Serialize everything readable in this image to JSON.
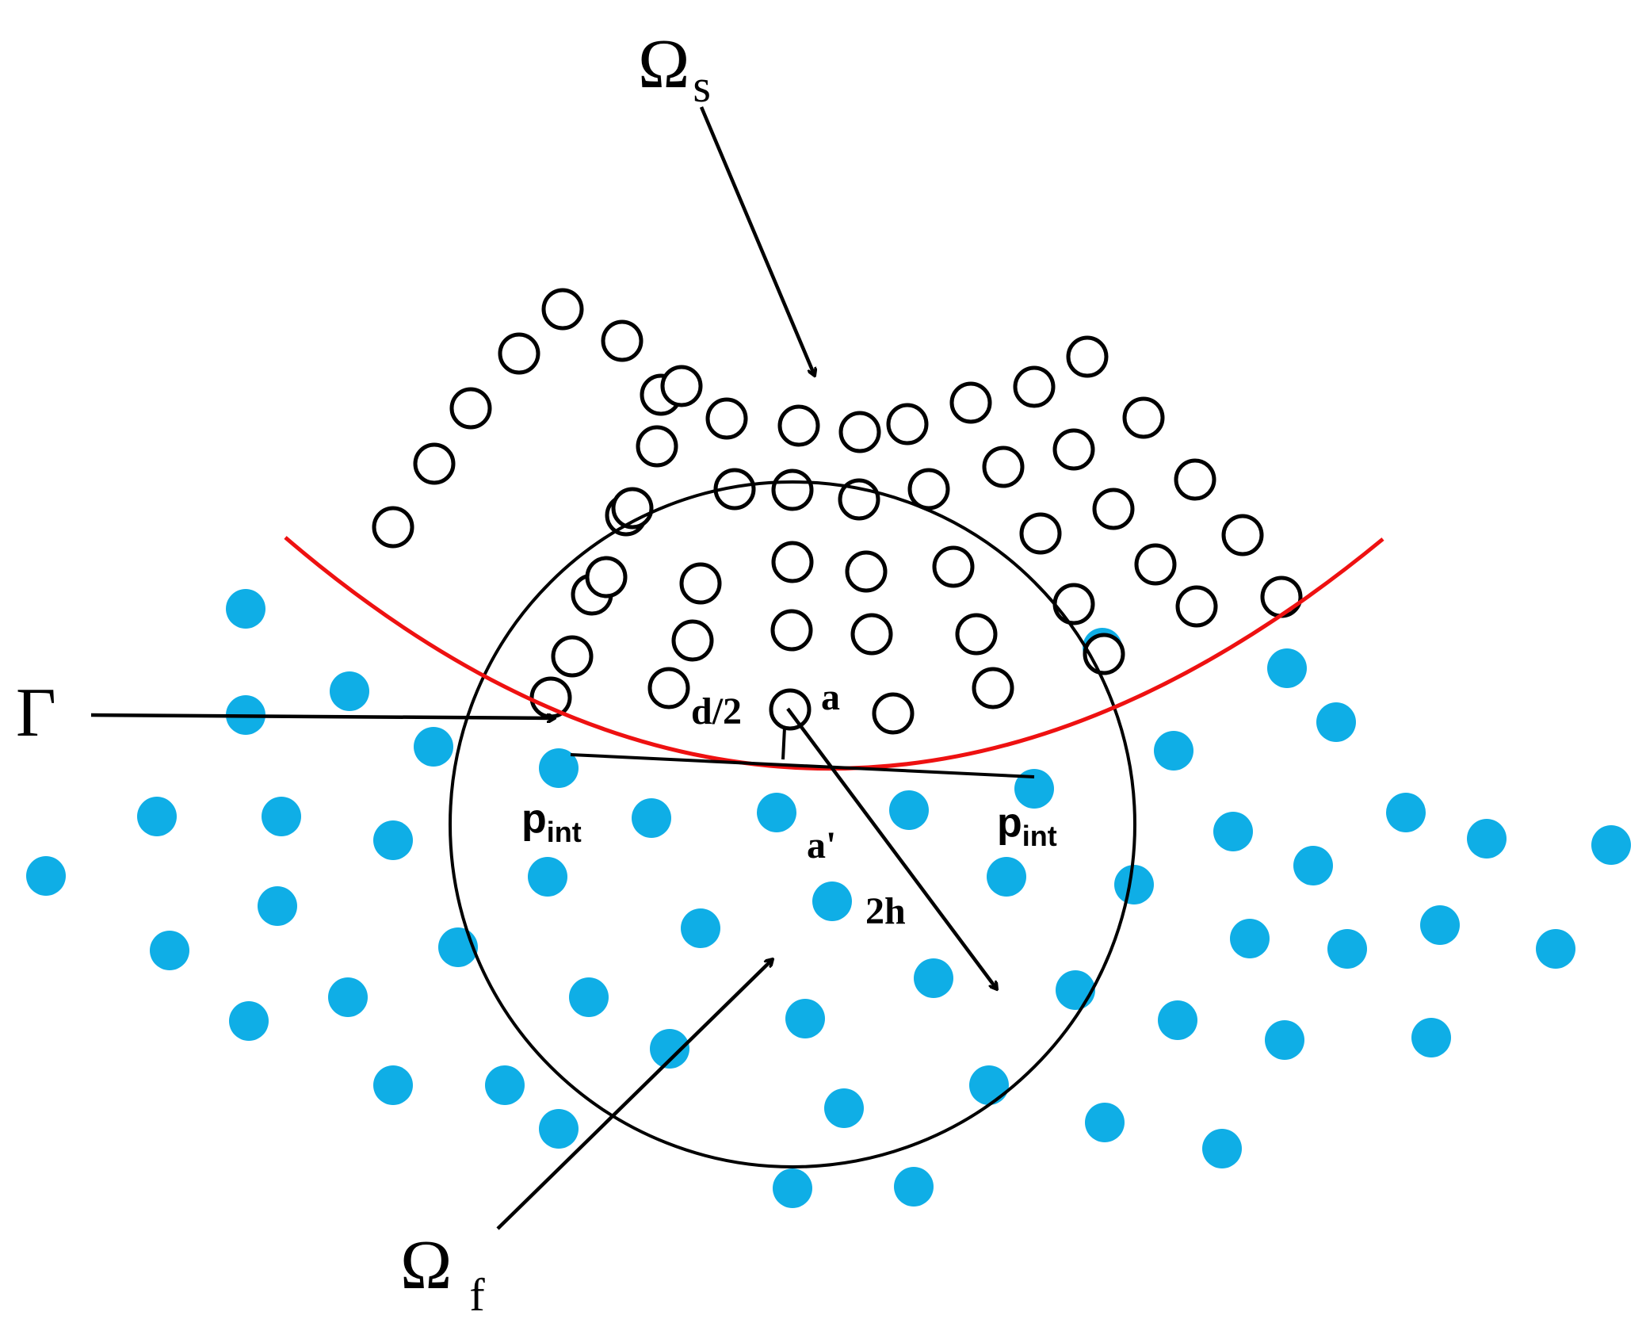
{
  "labels": {
    "omega_s": {
      "main": "Ω",
      "sub": "s"
    },
    "omega_f": {
      "main": "Ω",
      "sub": "f"
    },
    "gamma": "Γ",
    "d_half": "d/2",
    "a": "a",
    "a_prime": "a'",
    "two_h": "2h",
    "p_int_left": {
      "main": "p",
      "sub": "int"
    },
    "p_int_right": {
      "main": "p",
      "sub": "int"
    }
  },
  "colors": {
    "fluid_particle": "#0FAEE6",
    "interface": "#EE1111",
    "outline": "#000000"
  }
}
